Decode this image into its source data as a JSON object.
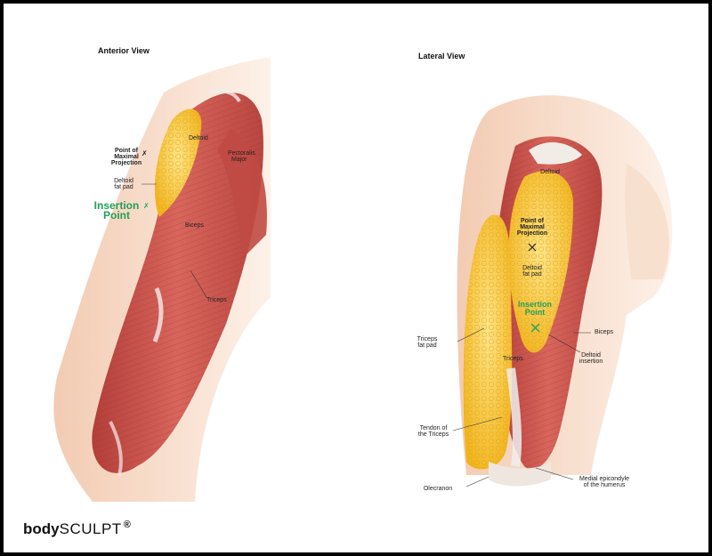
{
  "anterior": {
    "title": "Anterior View",
    "labels": {
      "point_of_maximal": [
        "Point of",
        "Maximal",
        "Projection"
      ],
      "deltoid": "Deltoid",
      "pectoralis": [
        "Pectoralis",
        "Major"
      ],
      "fat_pad": [
        "Deltoid",
        "fat pad"
      ],
      "insertion": [
        "Insertion",
        "Point"
      ],
      "biceps": "Biceps",
      "triceps": "Triceps"
    }
  },
  "lateral": {
    "title": "Lateral View",
    "labels": {
      "deltoid": "Deltoid",
      "point_of_maximal": [
        "Point of",
        "Maximal",
        "Projection"
      ],
      "fat_pad": [
        "Deltoid",
        "fat pad"
      ],
      "insertion": [
        "Insertion",
        "Point"
      ],
      "biceps": "Biceps",
      "triceps_fat_pad": [
        "Triceps",
        "fat pad"
      ],
      "deltoid_insertion": [
        "Deltoid",
        "insertion"
      ],
      "triceps": "Triceps",
      "tendon": [
        "Tendon of",
        "the Triceps"
      ],
      "olecranon": "Olecranon",
      "medial_epicondyle": [
        "Medial epicondyle",
        "of the humerus"
      ]
    }
  },
  "brand": {
    "bold": "body",
    "light": "SCULPT",
    "mark": "®"
  },
  "colors": {
    "muscle": "#c8504a",
    "fat": "#f4c33c",
    "skin": "#f6d9c6",
    "accent": "#22a05a"
  }
}
